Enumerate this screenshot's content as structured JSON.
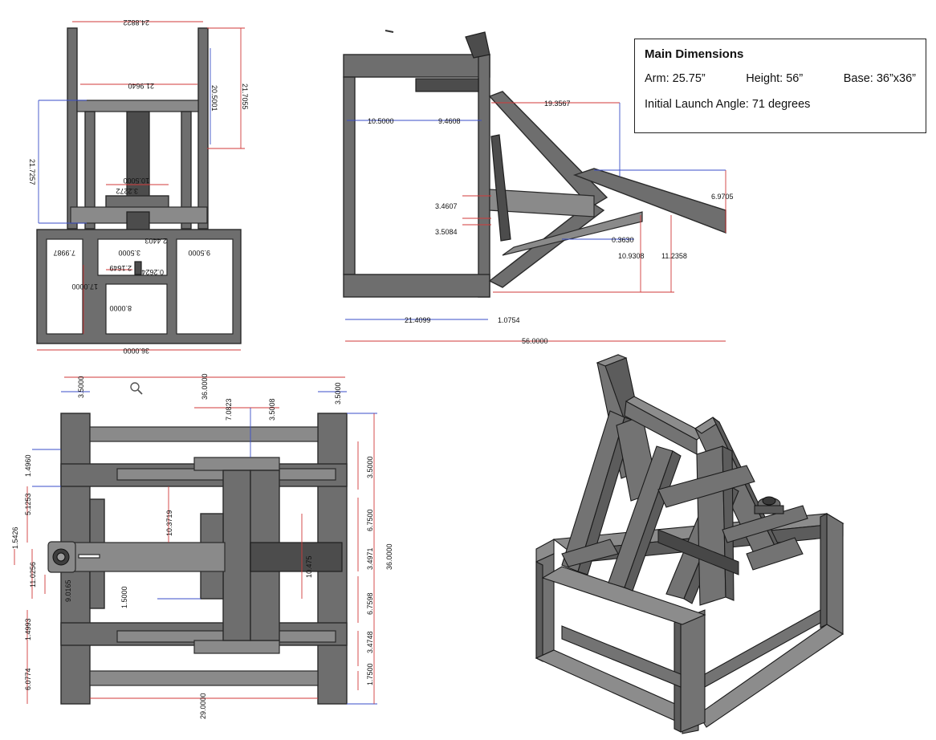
{
  "info_box": {
    "title": "Main Dimensions",
    "arm": "Arm: 25.75”",
    "height": "Height: 56”",
    "base": "Base: 36”x36”",
    "launch_angle": "Initial Launch Angle: 71 degrees"
  },
  "front_view": {
    "dims": {
      "top_width": "24.8822",
      "inner_width": "21.9640",
      "upright_height": "20.5001",
      "upright_total": "21.7055",
      "left_height": "21.7257",
      "hub_width": "10.5000",
      "hub_small": "3.2272",
      "collar": "2.4403",
      "gap_a": "3.5000",
      "left_gap": "7.9987",
      "right_gap": "9.5000",
      "slot": "2.1649",
      "slot2": "0.2624",
      "leg_height": "17.0000",
      "inner_height": "8.0000",
      "base_width": "36.0000"
    }
  },
  "side_view": {
    "dims": {
      "top_left": "10.5000",
      "top_mid": "9.4608",
      "arm_reach": "19.3567",
      "arm_rise": "6.9705",
      "brace_a": "3.4607",
      "brace_b": "3.5084",
      "brace_c": "0.3630",
      "height_a": "10.9308",
      "height_b": "11.2358",
      "base_left": "21.4099",
      "base_mid": "1.0754",
      "overall": "56.0000"
    }
  },
  "top_view": {
    "dims": {
      "left_post": "3.5000",
      "overall_width": "36.0000",
      "right_post": "3.5000",
      "center_a": "7.0823",
      "center_b": "3.5008",
      "left_1": "1.4960",
      "left_2": "5.1253",
      "hub_a": "1.5426",
      "hub_b": "11.0256",
      "hub_c": "9.0165",
      "mid_arm": "10.3719",
      "slot_w": "1.5000",
      "left_3": "1.4993",
      "left_4": "6.0774",
      "right_1": "3.5000",
      "right_2": "6.7500",
      "right_3": "3.4971",
      "right_4": "6.7598",
      "right_5": "3.4748",
      "right_6": "1.7500",
      "inner_c": "10.475",
      "overall_depth": "36.0000",
      "bottom_width": "29.0000"
    }
  },
  "icons": {
    "zoom": "magnifier-icon"
  }
}
